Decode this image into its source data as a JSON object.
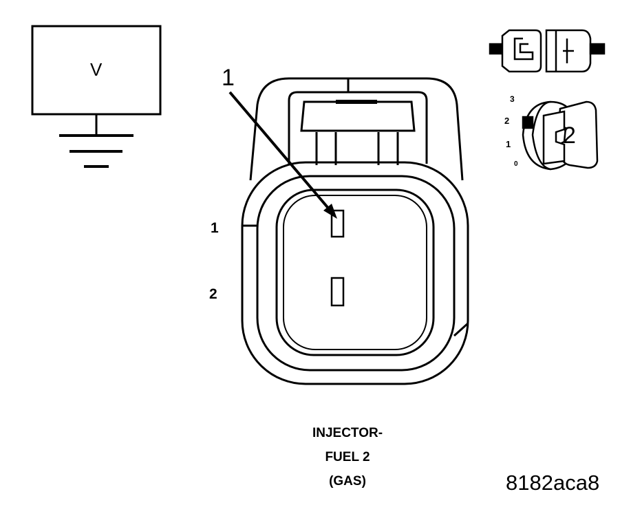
{
  "meter": {
    "mode_label": "V"
  },
  "connector": {
    "callout_number": "1",
    "cavity_labels": [
      "1",
      "2"
    ],
    "caption_lines": [
      "INJECTOR-",
      "FUEL 2",
      "(GAS)"
    ]
  },
  "probe_selector": {
    "dial_ticks": [
      "3",
      "2",
      "1",
      "0"
    ],
    "selected_number": "2"
  },
  "figure_code": "8182aca8",
  "colors": {
    "ink": "#000000",
    "background": "#ffffff"
  }
}
